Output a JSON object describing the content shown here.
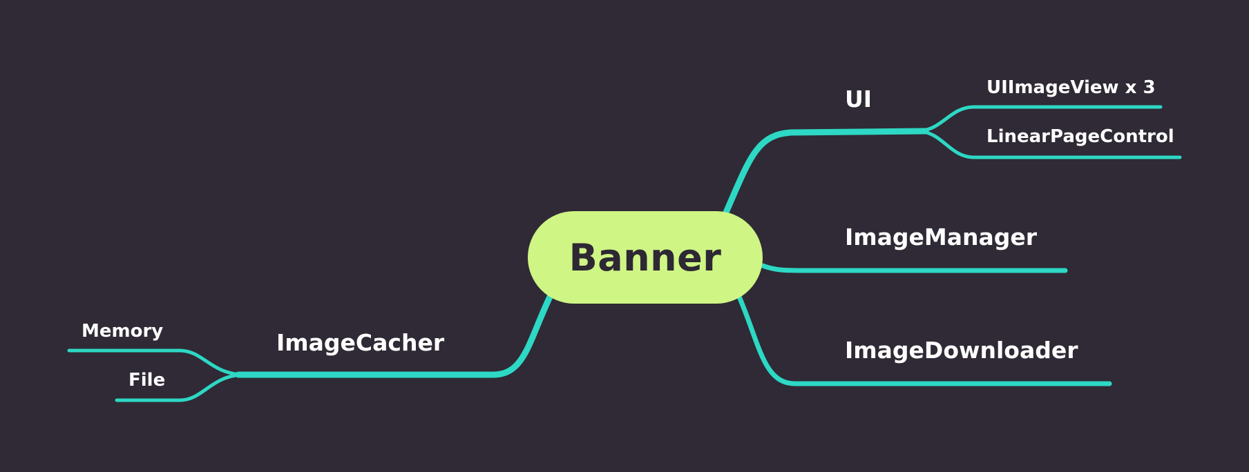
{
  "colors": {
    "background": "#2f2a35",
    "root_fill": "#cff585",
    "root_text": "#2d2833",
    "branch": "#2dd8c4",
    "label_text": "#ffffff"
  },
  "mindmap": {
    "root": "Banner",
    "branches": {
      "ui": {
        "label": "UI",
        "children": [
          "UIImageView x 3",
          "LinearPageControl"
        ]
      },
      "manager": {
        "label": "ImageManager"
      },
      "downloader": {
        "label": "ImageDownloader"
      },
      "cacher": {
        "label": "ImageCacher",
        "children": [
          "Memory",
          "File"
        ]
      }
    }
  }
}
